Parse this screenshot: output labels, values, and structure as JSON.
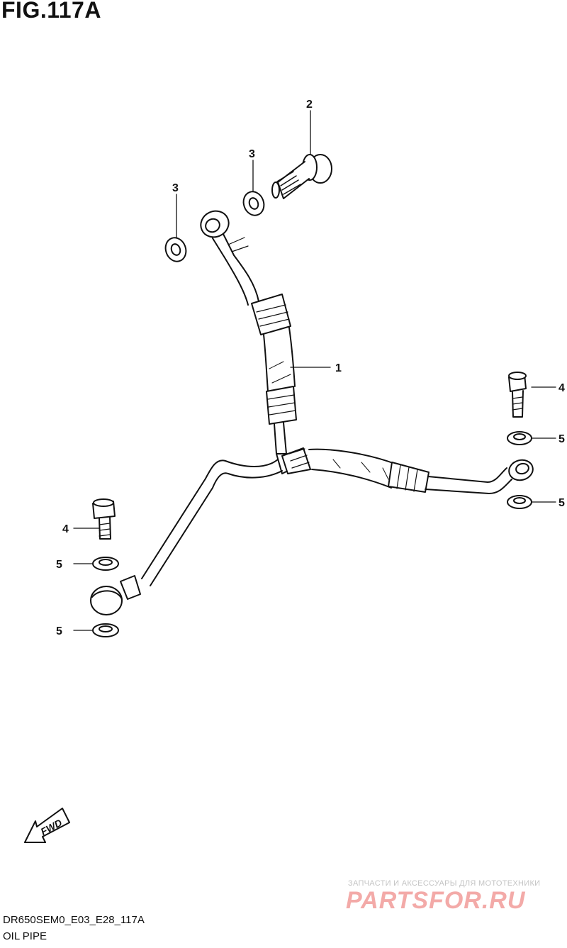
{
  "figure": {
    "title": "FIG.117A"
  },
  "callouts": {
    "part_1": "1",
    "part_2": "2",
    "part_3a": "3",
    "part_3b": "3",
    "part_4_left": "4",
    "part_4_right": "4",
    "part_5_left_upper": "5",
    "part_5_left_lower": "5",
    "part_5_right_upper": "5",
    "part_5_right_lower": "5"
  },
  "fwd_arrow": {
    "label": "FWD"
  },
  "footer": {
    "code": "DR650SEM0_E03_E28_117A",
    "subtitle": "OIL PIPE"
  },
  "watermark": {
    "tagline": "ЗАПЧАСТИ И АКСЕССУАРЫ ДЛЯ МОТОТЕХНИКИ",
    "logo": "PARTSFOR.RU"
  }
}
